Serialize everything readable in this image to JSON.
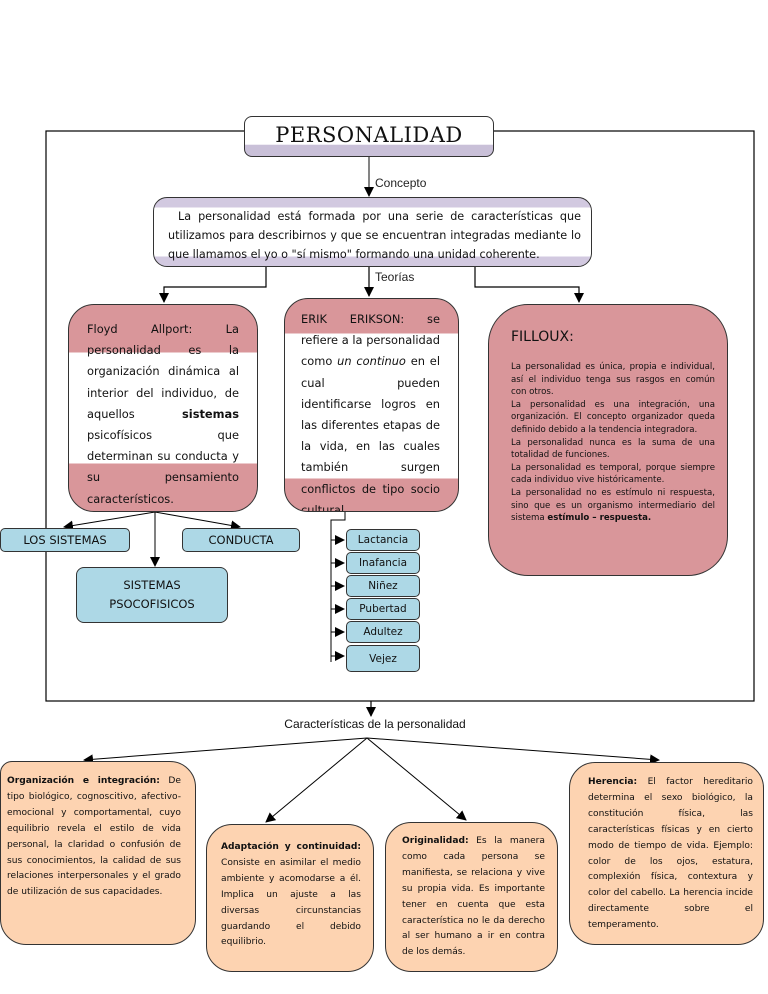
{
  "title": "PERSONALIDAD",
  "labels": {
    "concept": "Concepto",
    "theories": "Teorías",
    "characteristics": "Características de la personalidad"
  },
  "concept_text": "La personalidad está formada por una serie de características que utilizamos para describirnos y que se encuentran integradas mediante lo que llamamos el yo o \"sí mismo\" formando una unidad coherente.",
  "theories": {
    "allport": {
      "text": "Floyd Allport: La personalidad es la organización dinámica al interior del individuo, de aquellos ",
      "bold": "sistemas",
      "text_after": " psicofísicos que determinan su conducta y su pensamiento característicos."
    },
    "erikson": {
      "text_before": "ERIK ERIKSON: se refiere a la personalidad como ",
      "italic": "un continuo",
      "text_after": " en el cual pueden identificarse logros en las diferentes etapas de la vida, en las cuales también surgen conflictos de tipo socio cultural."
    },
    "filloux": {
      "title": "FILLOUX:",
      "paragraphs": [
        " La personalidad es única, propia e individual, así el individuo tenga sus rasgos en común con otros.",
        "La personalidad es una integración, una organización.  El concepto organizador queda definido debido a la tendencia integradora.",
        "La personalidad nunca es la suma de una totalidad de funciones.",
        "La personalidad es temporal, porque siempre cada individuo vive históricamente."
      ],
      "last_paragraph": "La personalidad no es estímulo ni respuesta, sino que es un organismo intermediario del sistema ",
      "last_bold": "estímulo – respuesta."
    }
  },
  "allport_children": {
    "systems": "LOS SISTEMAS",
    "conduct": "CONDUCTA",
    "psycho_line1": "SISTEMAS",
    "psycho_line2": "PSOCOFISICOS"
  },
  "stages": [
    "Lactancia",
    "Inafancia",
    "Niñez",
    "Pubertad",
    "Adultez",
    "Vejez"
  ],
  "characteristics": {
    "organization": {
      "title": "Organización e integración:",
      "text": " De tipo biológico, cognoscitivo, afectivo-emocional y comportamental, cuyo equilibrio revela el estilo de vida personal, la claridad o confusión de sus conocimientos, la calidad de sus relaciones interpersonales y el grado de utilización de sus capacidades."
    },
    "adaptation": {
      "title": "Adaptación y continuidad:",
      "text": " Consiste en asimilar el medio ambiente y acomodarse a él.  Implica un ajuste a las diversas circunstancias guardando el debido equilibrio."
    },
    "originality": {
      "title": "Originalidad:",
      "text": " Es la manera como cada persona se manifiesta, se relaciona y vive su propia vida.  Es importante tener en cuenta que esta característica no le da derecho al ser humano a ir en contra de los demás."
    },
    "heredity": {
      "title": "Herencia:",
      "text": " El factor hereditario determina el sexo biológico, la constitución física, las características físicas y en cierto modo de tiempo de vida.  Ejemplo: color de los ojos, estatura, complexión física, contextura y color del cabello. La herencia incide directamente sobre el temperamento."
    }
  },
  "colors": {
    "lavender": "#d2c9e0",
    "rose": "#d9969a",
    "light_blue": "#add8e6",
    "peach": "#fdd3b1"
  }
}
